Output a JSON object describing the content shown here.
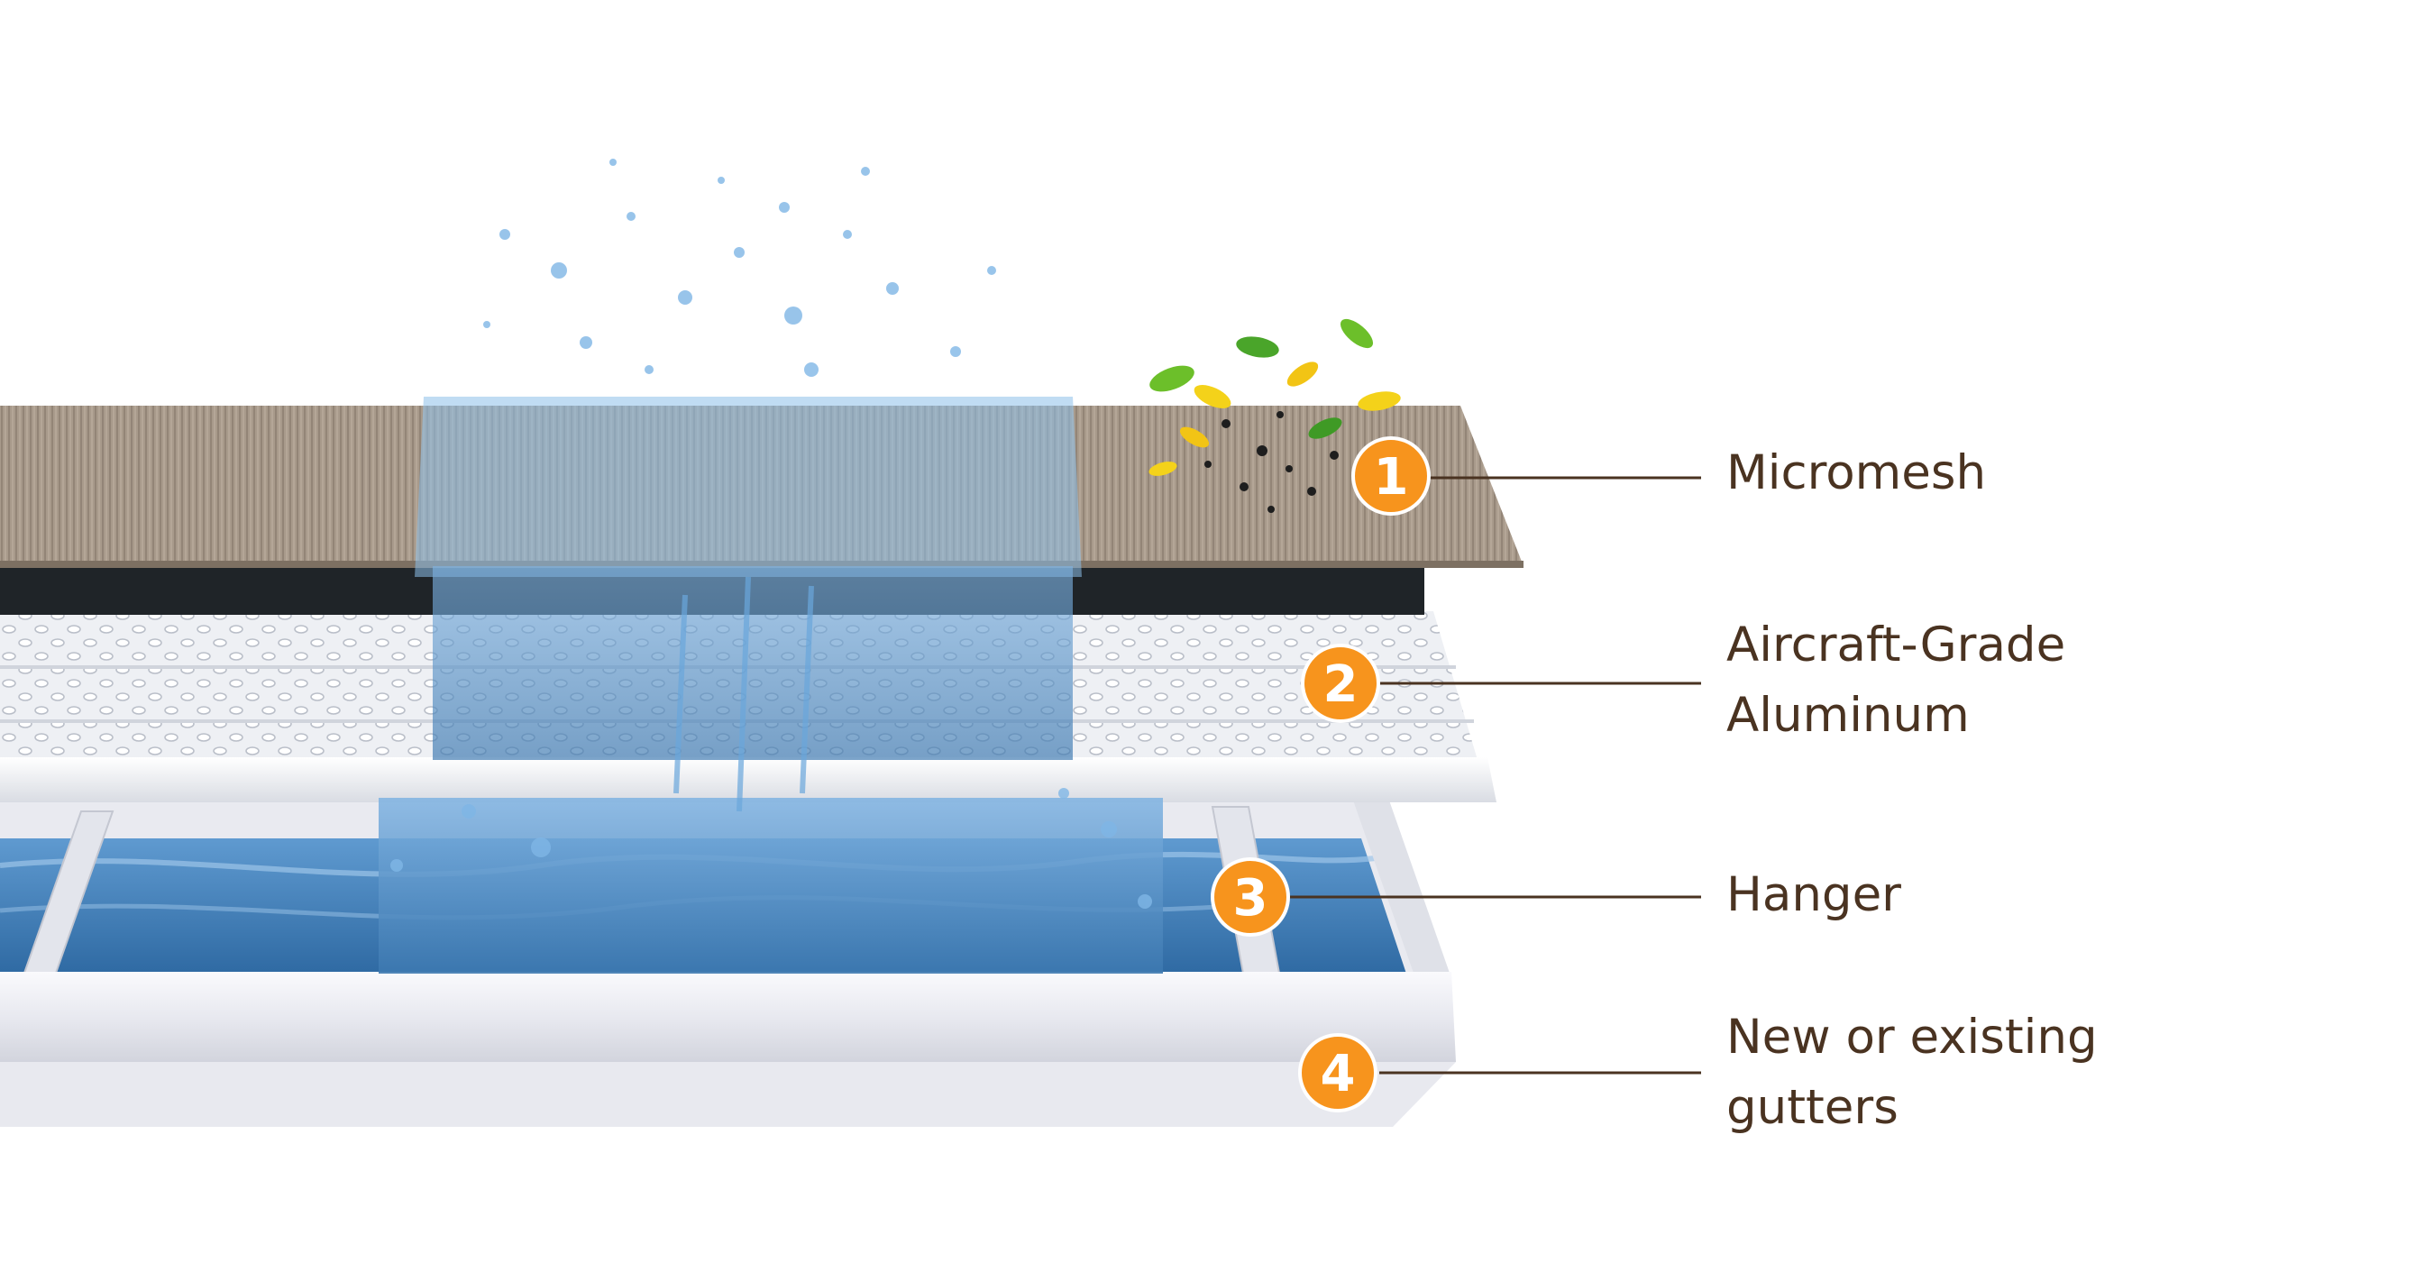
{
  "layers": [
    {
      "number": "1",
      "name_lines": [
        "Micromesh"
      ]
    },
    {
      "number": "2",
      "name_lines": [
        "Aircraft-Grade",
        "Aluminum"
      ]
    },
    {
      "number": "3",
      "name_lines": [
        "Hanger"
      ]
    },
    {
      "number": "4",
      "name_lines": [
        "New or existing",
        "gutters"
      ]
    }
  ],
  "colors": {
    "badge": "#f7941d",
    "label_text": "#4a3321",
    "leader_line": "#4a3321",
    "micromesh": "#a8998a",
    "aluminum": "#f1f3f6",
    "gutter": "#f4f4f8",
    "water": "#3c78b0"
  },
  "icons": [
    "water-splash-icon",
    "leaf-debris-icon"
  ]
}
